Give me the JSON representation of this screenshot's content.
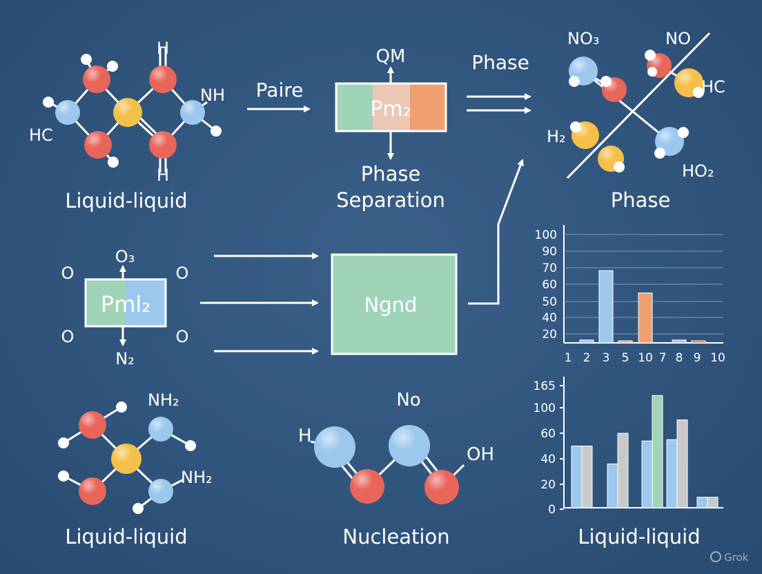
{
  "colors": {
    "background": "#30557d",
    "red": "#e8655a",
    "blue": "#9cc8ee",
    "yellow": "#f5c04a",
    "green": "#9fd4b8",
    "pink": "#ebc7b5",
    "orange": "#f0a070",
    "gray": "#c9c9c9"
  },
  "captions": {
    "top_left": "Liquid-liquid",
    "top_middle_line1": "Phase",
    "top_middle_line2": "Separation",
    "top_right": "Phase",
    "bottom_left": "Liquid-liquid",
    "bottom_middle": "Nucleation",
    "bottom_right": "Liquid-liquid"
  },
  "arrows": {
    "paire": "Paire",
    "phase": "Phase",
    "qm": "QM"
  },
  "boxes": {
    "top_box": "Pm₂",
    "left_box": "Pml₂",
    "center_box": "Ngnd"
  },
  "atom_labels": {
    "m1_h_top": "H",
    "m1_h_bottom": "H",
    "m1_nh": "NH",
    "m1_hc": "HC",
    "box_o3": "O₃",
    "box_n2": "N₂",
    "box_o_tl": "O",
    "box_o_tr": "O",
    "box_o_bl": "O",
    "box_o_br": "O",
    "m3_no3": "NO₃",
    "m3_no": "NO",
    "m3_hc": "HC",
    "m3_h2": "H₂",
    "m3_ho2": "HO₂",
    "m4_nh2_top": "NH₂",
    "m4_nh2_right": "NH₂",
    "m5_no": "No",
    "m5_h": "H",
    "m5_oh": "OH"
  },
  "chart_data": [
    {
      "type": "bar",
      "categories": [
        "2",
        "3",
        "5",
        "10",
        "8",
        "9"
      ],
      "x_tick_labels": [
        "1",
        "2",
        "3",
        "5",
        "10",
        "7",
        "8",
        "9",
        "10"
      ],
      "y_tick_labels": [
        "100",
        "90",
        "70",
        "60",
        "50",
        "40",
        "20"
      ],
      "values": [
        6,
        71,
        2,
        53,
        6,
        4
      ],
      "bar_colors": [
        "blue",
        "blue",
        "orange",
        "orange",
        "blue",
        "red"
      ],
      "grid": true
    },
    {
      "type": "bar",
      "y_tick_labels": [
        "165",
        "100",
        "60",
        "40",
        "20",
        "0"
      ],
      "series": [
        {
          "values": [
            50,
            36,
            54,
            55,
            9
          ],
          "colors": [
            "blue",
            "blue",
            "blue",
            "blue",
            "blue"
          ]
        },
        {
          "values": [
            50,
            60,
            136,
            81,
            9
          ],
          "colors": [
            "gray",
            "gray",
            "green",
            "gray",
            "gray"
          ]
        }
      ],
      "grid": false
    }
  ],
  "watermark": "Grok"
}
